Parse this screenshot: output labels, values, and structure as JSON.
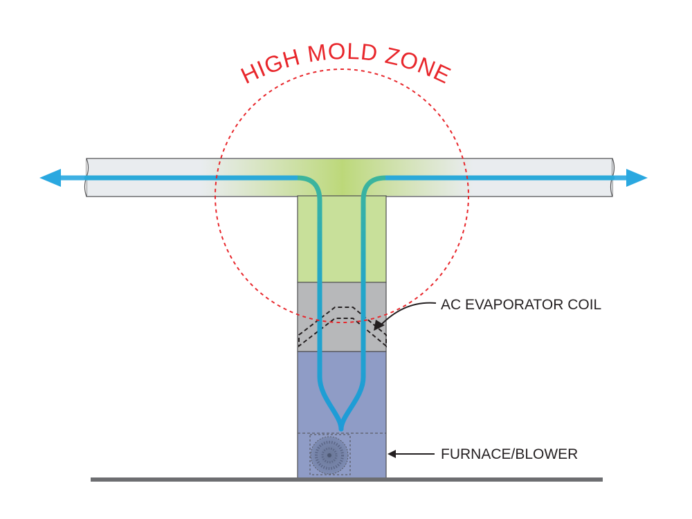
{
  "diagram": {
    "zone_title": "HIGH MOLD ZONE",
    "labels": {
      "coil": "AC EVAPORATOR COIL",
      "furnace": "FURNACE/BLOWER"
    },
    "colors": {
      "zone_red": "#e8262b",
      "mold_green": "#c3dc8b",
      "airflow_blue": "#2aa8e0",
      "airflow_teal": "#2fb5a6",
      "coil_section": "#b7b8ba",
      "furnace_section": "#8f9cc6",
      "duct_fill": "#e9ecef",
      "floor": "#6d6e71"
    }
  }
}
